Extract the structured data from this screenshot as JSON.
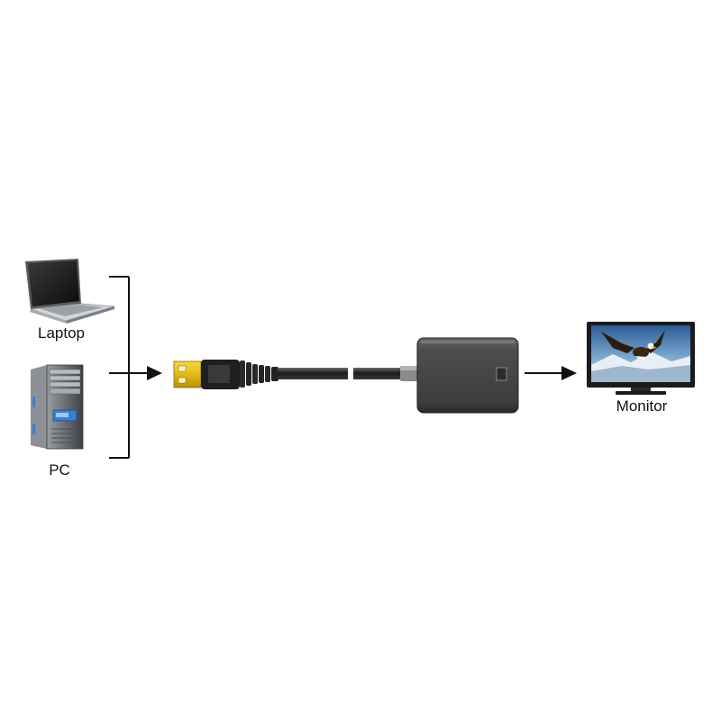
{
  "devices": {
    "laptop_label": "Laptop",
    "pc_label": "PC",
    "monitor_label": "Monitor"
  },
  "icons": {
    "laptop": "laptop-icon",
    "pc": "pc-tower-icon",
    "usb_plug": "usb-connector-icon",
    "adapter": "usb-adapter-box-icon",
    "monitor": "monitor-icon"
  },
  "colors": {
    "usb_gold": "#e8c21a",
    "cable": "#2a2a2a",
    "adapter_body": "#4a4a4a",
    "screen_sky": "#5b86b5",
    "pc_display": "#3a7fd0"
  }
}
